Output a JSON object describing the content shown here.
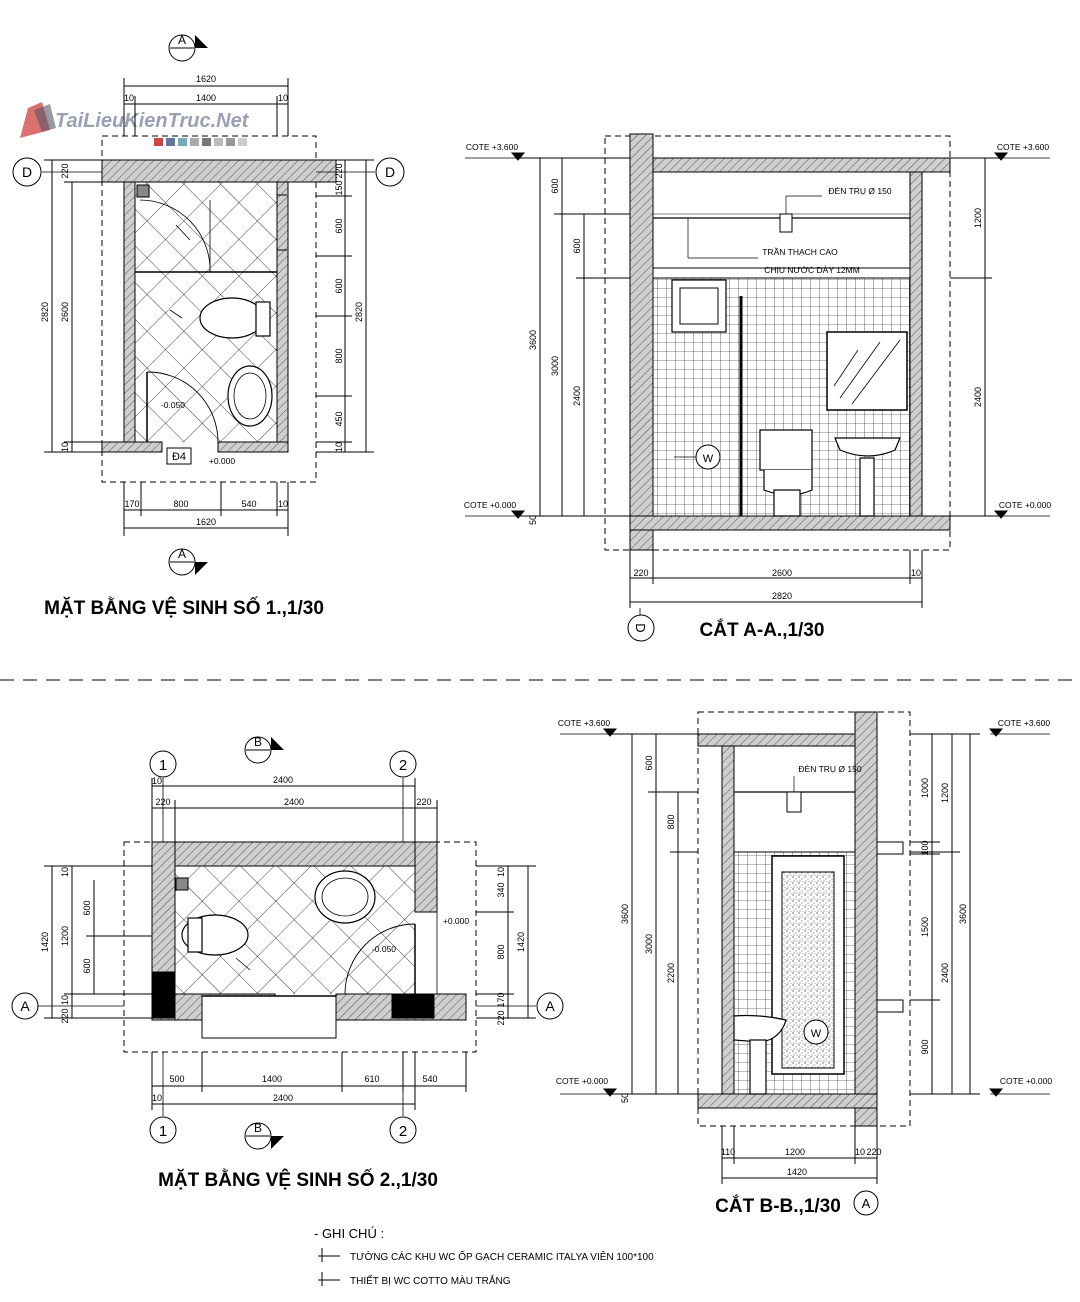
{
  "watermark": "TaiLieuKienTruc.Net",
  "divider": true,
  "plan1": {
    "title": "MẶT BẰNG VỆ SINH SỐ 1.,1/30",
    "section_mark": "A",
    "grid_left": "D",
    "grid_right": "D",
    "dims_top": [
      "1620",
      "1400",
      "10",
      "10"
    ],
    "dims_bottom": [
      "170",
      "800",
      "540",
      "10",
      "1620"
    ],
    "dims_left": [
      "220",
      "2820",
      "2600",
      "10"
    ],
    "dims_right": [
      "220",
      "150",
      "600",
      "600",
      "800",
      "450",
      "10",
      "2820"
    ],
    "door_tag": "Đ4",
    "levels": [
      "-0.050",
      "+0.000"
    ]
  },
  "sectionA": {
    "title": "CẮT A-A.,1/30",
    "grid": "D",
    "cote_top": "COTE +3.600",
    "cote_bottom": "COTE +0.000",
    "label_light": "ĐÈN TRỤ Ø 150",
    "label_ceiling_1": "TRẦN THẠCH CAO",
    "label_ceiling_2": "CHỊU NƯỚC DÀY 12MM",
    "tag_w": "W",
    "dims_left": [
      "600",
      "600",
      "3600",
      "3000",
      "2400",
      "50"
    ],
    "dims_right": [
      "1200",
      "2400"
    ],
    "dims_bottom": [
      "220",
      "2600",
      "10",
      "2820"
    ]
  },
  "plan2": {
    "title": "MẶT BẰNG VỆ SINH SỐ 2.,1/30",
    "section_mark": "B",
    "grid_1": "1",
    "grid_2": "2",
    "grid_a": "A",
    "dims_top": [
      "10",
      "2400",
      "220",
      "2400",
      "220"
    ],
    "dims_bottom": [
      "500",
      "1400",
      "610",
      "540",
      "10",
      "2400"
    ],
    "dims_left": [
      "1420",
      "10",
      "1200",
      "600",
      "600",
      "10",
      "220"
    ],
    "dims_right": [
      "10",
      "340",
      "800",
      "170",
      "220",
      "1420"
    ],
    "levels": [
      "+0.000",
      "-0.050"
    ]
  },
  "sectionB": {
    "title": "CẮT B-B.,1/30",
    "grid": "A",
    "cote_top": "COTE +3.600",
    "cote_bottom": "COTE +0.000",
    "label_light": "ĐÈN TRỤ Ø 150",
    "tag_w": "W",
    "dims_left": [
      "600",
      "800",
      "3600",
      "3000",
      "2200",
      "50"
    ],
    "dims_right": [
      "1000",
      "100",
      "1200",
      "1500",
      "2400",
      "3600",
      "900"
    ],
    "dims_bottom": [
      "110",
      "1200",
      "10",
      "220",
      "1420"
    ]
  },
  "notes": {
    "heading": "- GHI CHÚ :",
    "items": [
      "TƯỜNG CÁC KHU WC ỐP GẠCH CERAMIC ITALYA VIÊN 100*100",
      "THIẾT BỊ WC COTTO MÀU TRẮNG"
    ]
  }
}
